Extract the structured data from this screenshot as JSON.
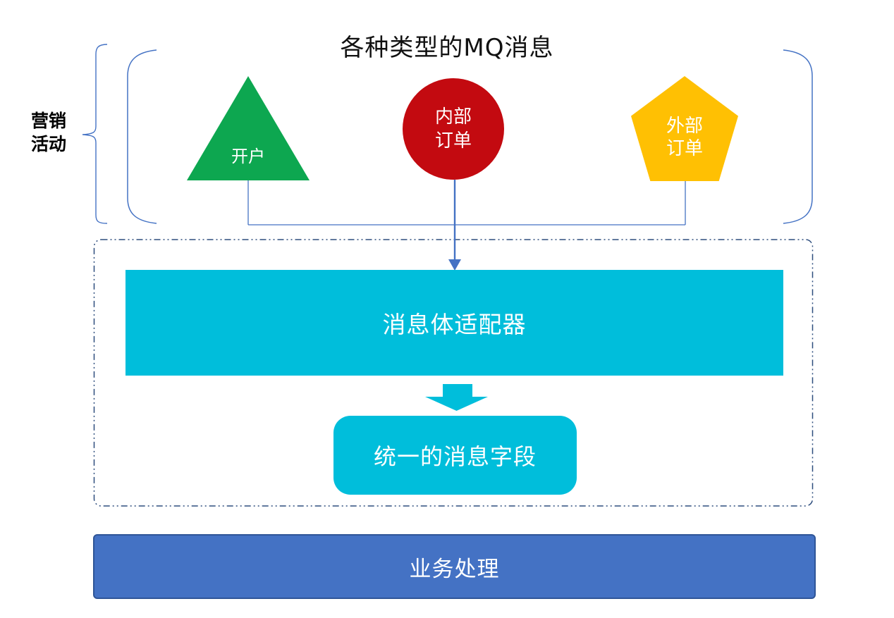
{
  "title": "各种类型的MQ消息",
  "side_label": {
    "line1": "营销",
    "line2": "活动"
  },
  "mq_sources": {
    "open_account": {
      "label": "开户",
      "shape": "triangle"
    },
    "internal_order": {
      "line1": "内部",
      "line2": "订单",
      "shape": "circle"
    },
    "external_order": {
      "line1": "外部",
      "line2": "订单",
      "shape": "pentagon"
    }
  },
  "adapter_box": {
    "label": "消息体适配器"
  },
  "unified_box": {
    "label": "统一的消息字段"
  },
  "business_box": {
    "label": "业务处理"
  },
  "colors": {
    "green": "#0DA750",
    "red": "#C30A10",
    "gold": "#FFC003",
    "cyan": "#00BEDB",
    "blue": "#4472C4",
    "blue-dark": "#2F5597",
    "navy": "#2E4E7E",
    "text": "#111111",
    "white": "#FFFFFF"
  }
}
